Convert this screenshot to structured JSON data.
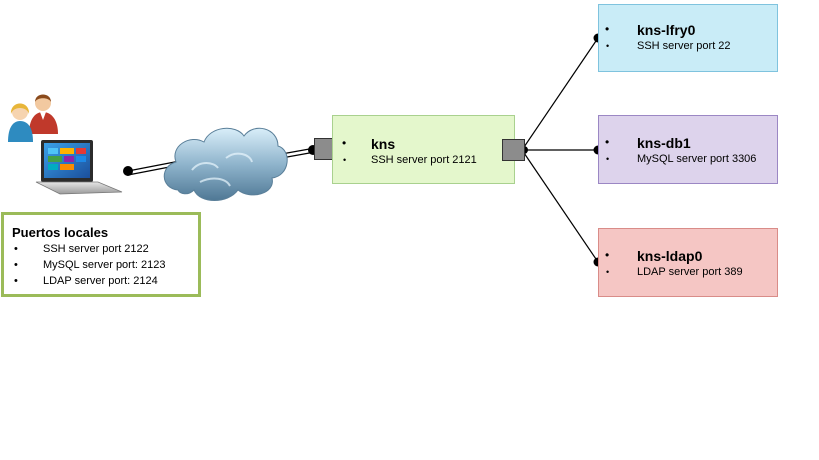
{
  "nodes": {
    "kns": {
      "title": "kns",
      "line": "SSH server port 2121"
    },
    "lfry": {
      "title": "kns-lfry0",
      "line": "SSH server port 22"
    },
    "db1": {
      "title": "kns-db1",
      "line": "MySQL server port 3306"
    },
    "ldap": {
      "title": "kns-ldap0",
      "line": "LDAP server port 389"
    }
  },
  "local_ports": {
    "title": "Puertos locales",
    "items": [
      "SSH server port 2122",
      "MySQL server port: 2123",
      "LDAP server port: 2124"
    ]
  },
  "bullet": "•",
  "colors": {
    "kns_fill": "#e4f7cc",
    "lfry_fill": "#c9ecf7",
    "db1_fill": "#ddd3ec",
    "ldap_fill": "#f5c6c4",
    "local_border": "#9bbb59"
  }
}
